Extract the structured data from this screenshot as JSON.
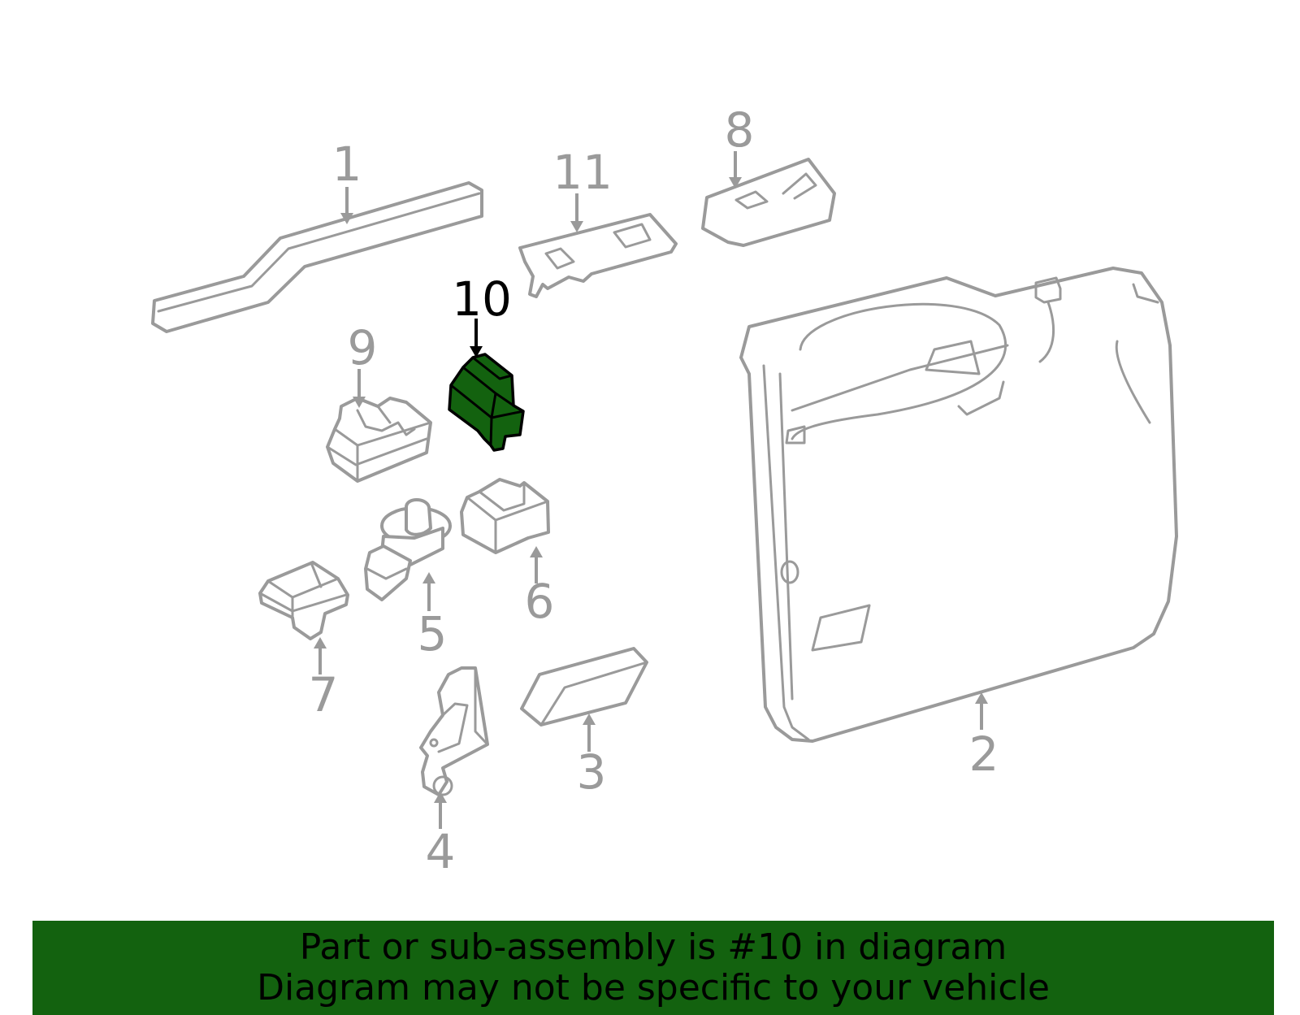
{
  "callouts": [
    "1",
    "2",
    "3",
    "4",
    "5",
    "6",
    "7",
    "8",
    "9",
    "10",
    "11"
  ],
  "highlighted_callout": "10",
  "colors": {
    "highlight_fill": "#13620f",
    "line": "#9a9a9a",
    "highlight_label": "#000000",
    "banner_bg": "#13620f"
  },
  "banner": {
    "line1": "Part or sub-assembly is #10 in diagram",
    "line2": "Diagram may not be specific to your vehicle"
  }
}
